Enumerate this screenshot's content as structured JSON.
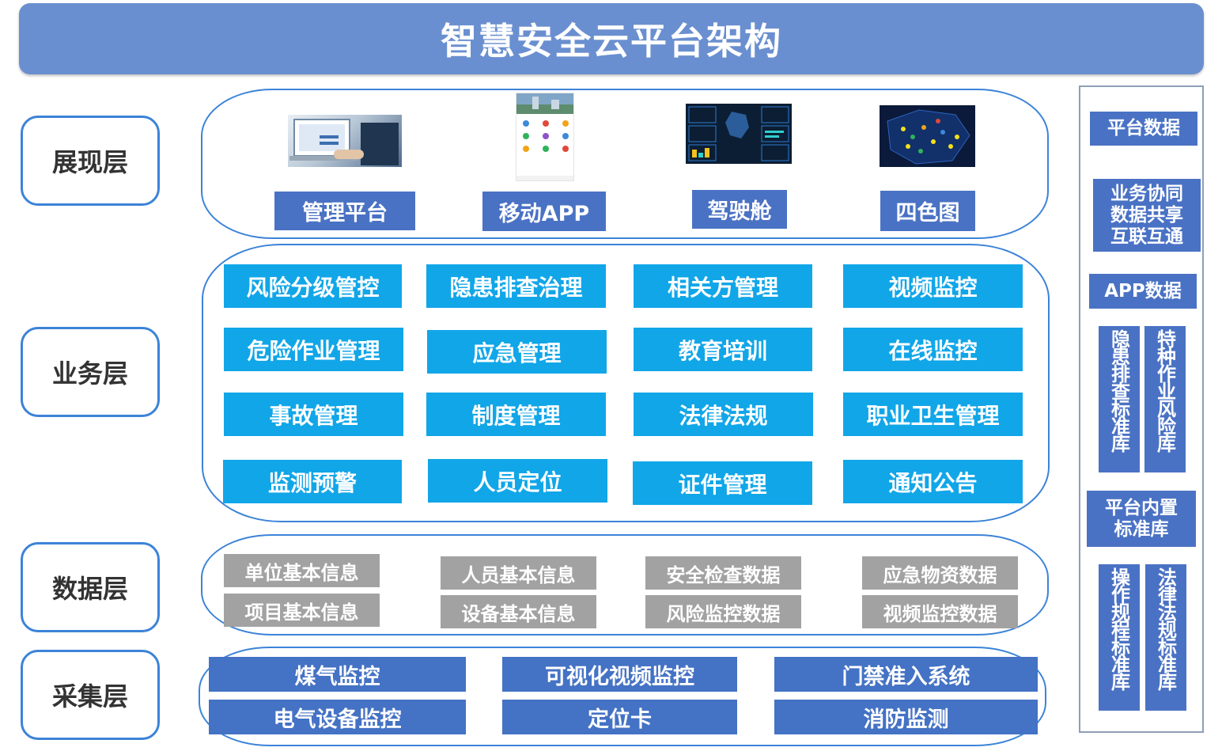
{
  "title": "智慧安全云平台架构",
  "layers": {
    "presentation": "展现层",
    "business": "业务层",
    "data": "数据层",
    "collection": "采集层"
  },
  "presentation_items": [
    "管理平台",
    "移动APP",
    "驾驶舱",
    "四色图"
  ],
  "business_items": [
    "风险分级管控",
    "隐患排查治理",
    "相关方管理",
    "视频监控",
    "危险作业管理",
    "应急管理",
    "教育培训",
    "在线监控",
    "事故管理",
    "制度管理",
    "法律法规",
    "职业卫生管理",
    "监测预警",
    "人员定位",
    "证件管理",
    "通知公告"
  ],
  "data_items": [
    "单位基本信息",
    "项目基本信息",
    "人员基本信息",
    "设备基本信息",
    "安全检查数据",
    "风险监控数据",
    "应急物资数据",
    "视频监控数据"
  ],
  "collection_items": [
    "煤气监控",
    "电气设备监控",
    "可视化视频监控",
    "定位卡",
    "门禁准入系统",
    "消防监测"
  ],
  "side": {
    "platform_data": "平台数据",
    "collab_1": "业务协同",
    "collab_2": "数据共享",
    "collab_3": "互联互通",
    "app_data": "APP数据",
    "hazard_std": "隐患排查标准库",
    "special_std": "特种作业风险库",
    "builtin_1": "平台内置",
    "builtin_2": "标准库",
    "operation_std": "操作规程标准库",
    "law_std": "法律法规标准库"
  },
  "colors": {
    "title_bg": "#6a8fd0",
    "border": "#3c83d8",
    "business_box": "#11a6e8",
    "presentation_box": "#4a72c4",
    "data_box": "#a2a2a2",
    "collection_box": "#4472c4"
  }
}
